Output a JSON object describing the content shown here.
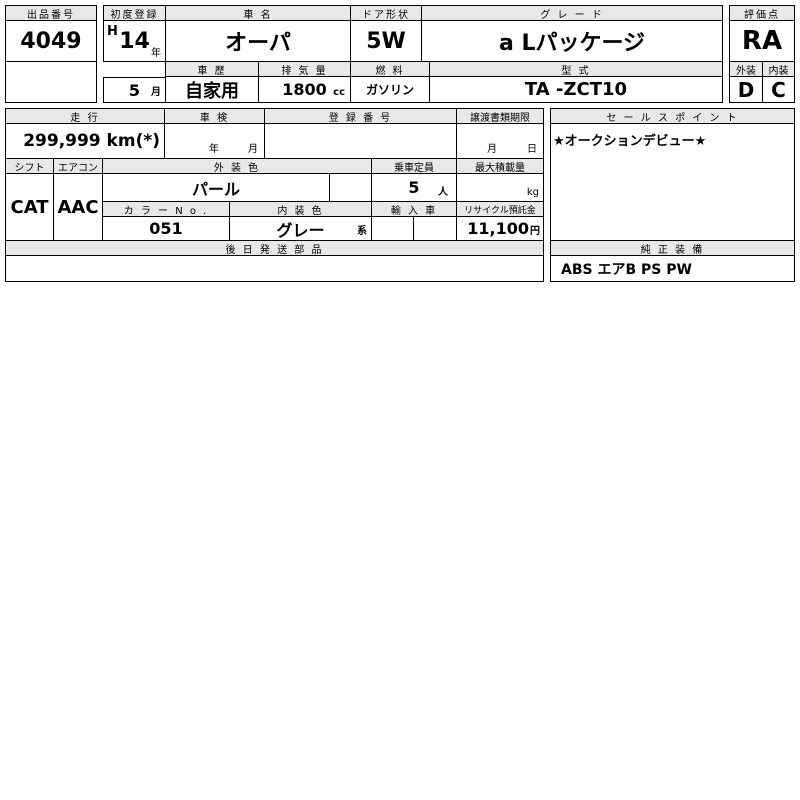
{
  "row1": {
    "lot_label": "出品番号",
    "lot": "4049",
    "reg_label": "初度登録",
    "era": "H",
    "year": "14",
    "year_unit": "年",
    "month": "5",
    "month_unit": "月",
    "name_label": "車 名",
    "name": "オーパ",
    "door_label": "ドア形状",
    "door": "5W",
    "grade_label": "グ レ ー ド",
    "grade": "a Lパッケージ",
    "score_label": "評価点",
    "score": "RA"
  },
  "row2": {
    "history_label": "車 歴",
    "history": "自家用",
    "disp_label": "排 気 量",
    "disp": "1800",
    "disp_unit": "cc",
    "fuel_label": "燃 料",
    "fuel": "ガソリン",
    "model_label": "型 式",
    "model": "TA -ZCT10",
    "ext_label": "外装",
    "ext": "D",
    "int_label": "内装",
    "int": "C"
  },
  "row3": {
    "mileage_label": "走 行",
    "mileage": "299,999 km(*)",
    "inspection_label": "車 検",
    "inspection_year_unit": "年",
    "inspection_month_unit": "月",
    "reg_no_label": "登 録 番 号",
    "transfer_label": "譲渡書類期限",
    "transfer_month_unit": "月",
    "transfer_day_unit": "日",
    "sales_label": "セ ー ル ス ポ イ ン ト",
    "sales": "★オークションデビュー★"
  },
  "row4": {
    "shift_label": "シフト",
    "shift": "CAT",
    "ac_label": "エアコン",
    "ac": "AAC",
    "color_label": "外 装 色",
    "color": "パール",
    "seats_label": "乗車定員",
    "seats": "5",
    "seats_unit": "人",
    "load_label": "最大積載量",
    "load_unit": "kg",
    "color_no_label": "カ ラ ー N o .",
    "color_no": "051",
    "int_color_label": "内 装 色",
    "int_color": "グレー",
    "int_color_unit": "系",
    "import_label": "輸 入 車",
    "recycle_label": "リサイクル預託金",
    "recycle": "11,100",
    "recycle_unit": "円",
    "later_label": "後 日 発 送 部 品",
    "equip_label": "純 正 装 備",
    "equip": "ABS エアB PS PW"
  }
}
